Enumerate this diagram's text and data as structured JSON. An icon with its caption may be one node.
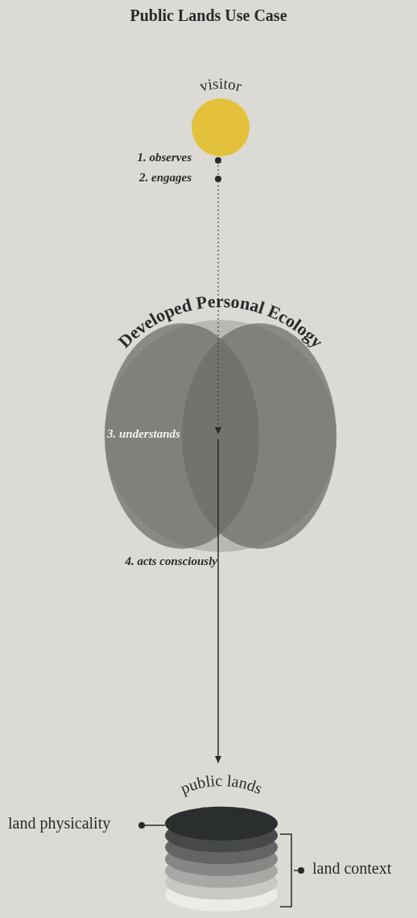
{
  "diagram": {
    "title": "Public Lands Use Case",
    "nodes": [
      {
        "text": [
          "visitor"
        ]
      },
      {
        "text": [
          "Developed Personal Ecology"
        ]
      },
      {
        "text": [
          "public lands"
        ]
      },
      {
        "text": [
          "land physicality"
        ]
      },
      {
        "text": [
          "land context"
        ]
      }
    ],
    "edges": [
      {
        "from": 0,
        "to": 1,
        "arrow": "to",
        "style": "dashed"
      },
      {
        "from": 1,
        "to": 2,
        "arrow": "to",
        "label": "4. acts consciously"
      },
      {
        "from": 3,
        "to": 2,
        "arrow": "other"
      },
      {
        "from": 4,
        "to": 2,
        "arrow": "other"
      }
    ],
    "labels": [
      "1. observes",
      "2. engages",
      "3. understands"
    ]
  }
}
